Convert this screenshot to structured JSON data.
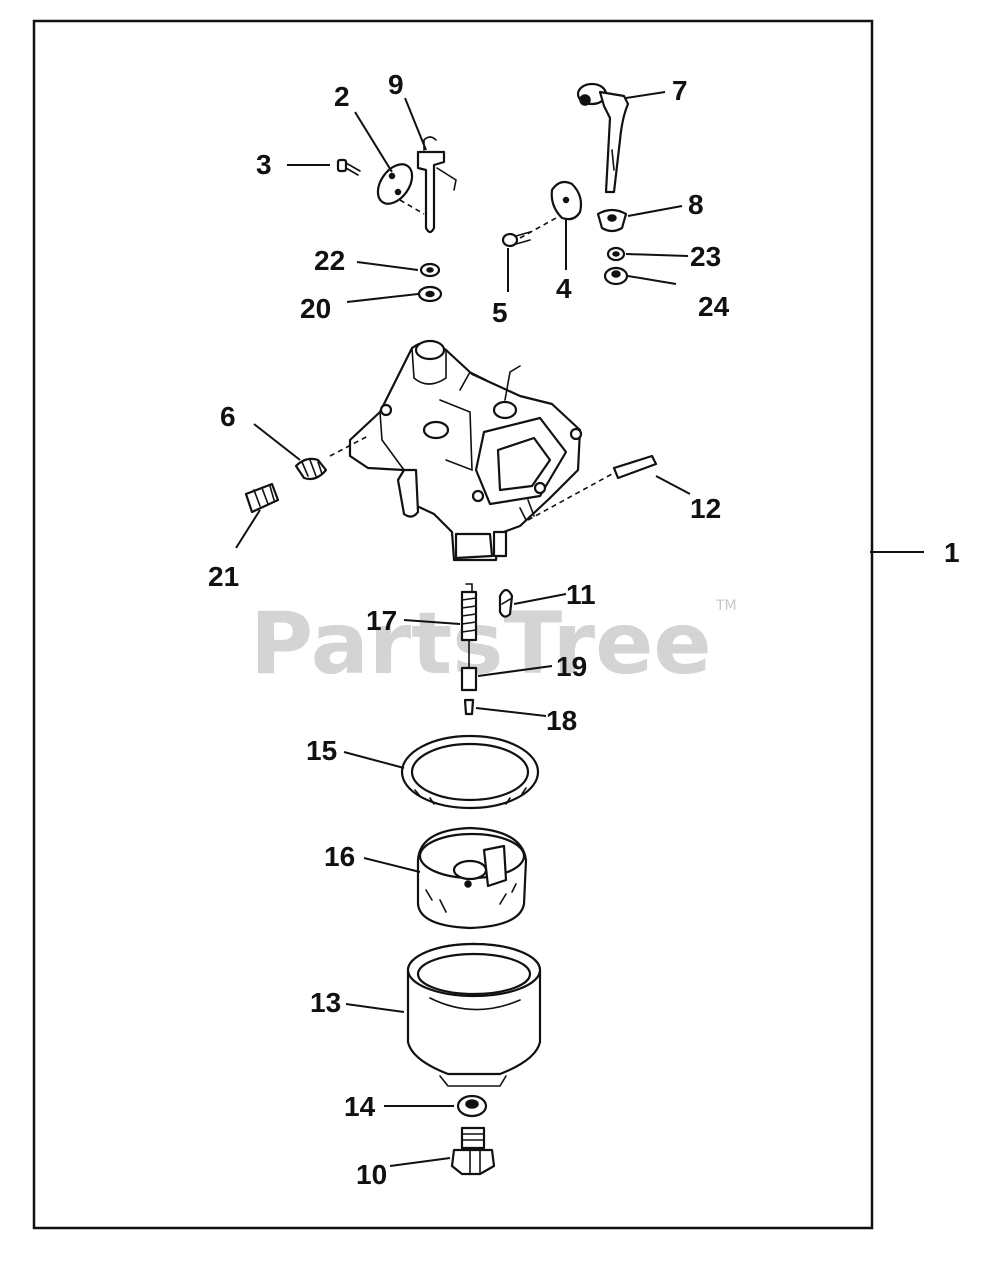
{
  "watermark": {
    "text": "PartsTree",
    "trademark": "TM"
  },
  "callouts": {
    "c1": "1",
    "c2": "2",
    "c3": "3",
    "c4": "4",
    "c5": "5",
    "c6": "6",
    "c7": "7",
    "c8": "8",
    "c9": "9",
    "c10": "10",
    "c11": "11",
    "c12": "12",
    "c13": "13",
    "c14": "14",
    "c15": "15",
    "c16": "16",
    "c17": "17",
    "c18": "18",
    "c19": "19",
    "c20": "20",
    "c21": "21",
    "c22": "22",
    "c23": "23",
    "c24": "24"
  }
}
